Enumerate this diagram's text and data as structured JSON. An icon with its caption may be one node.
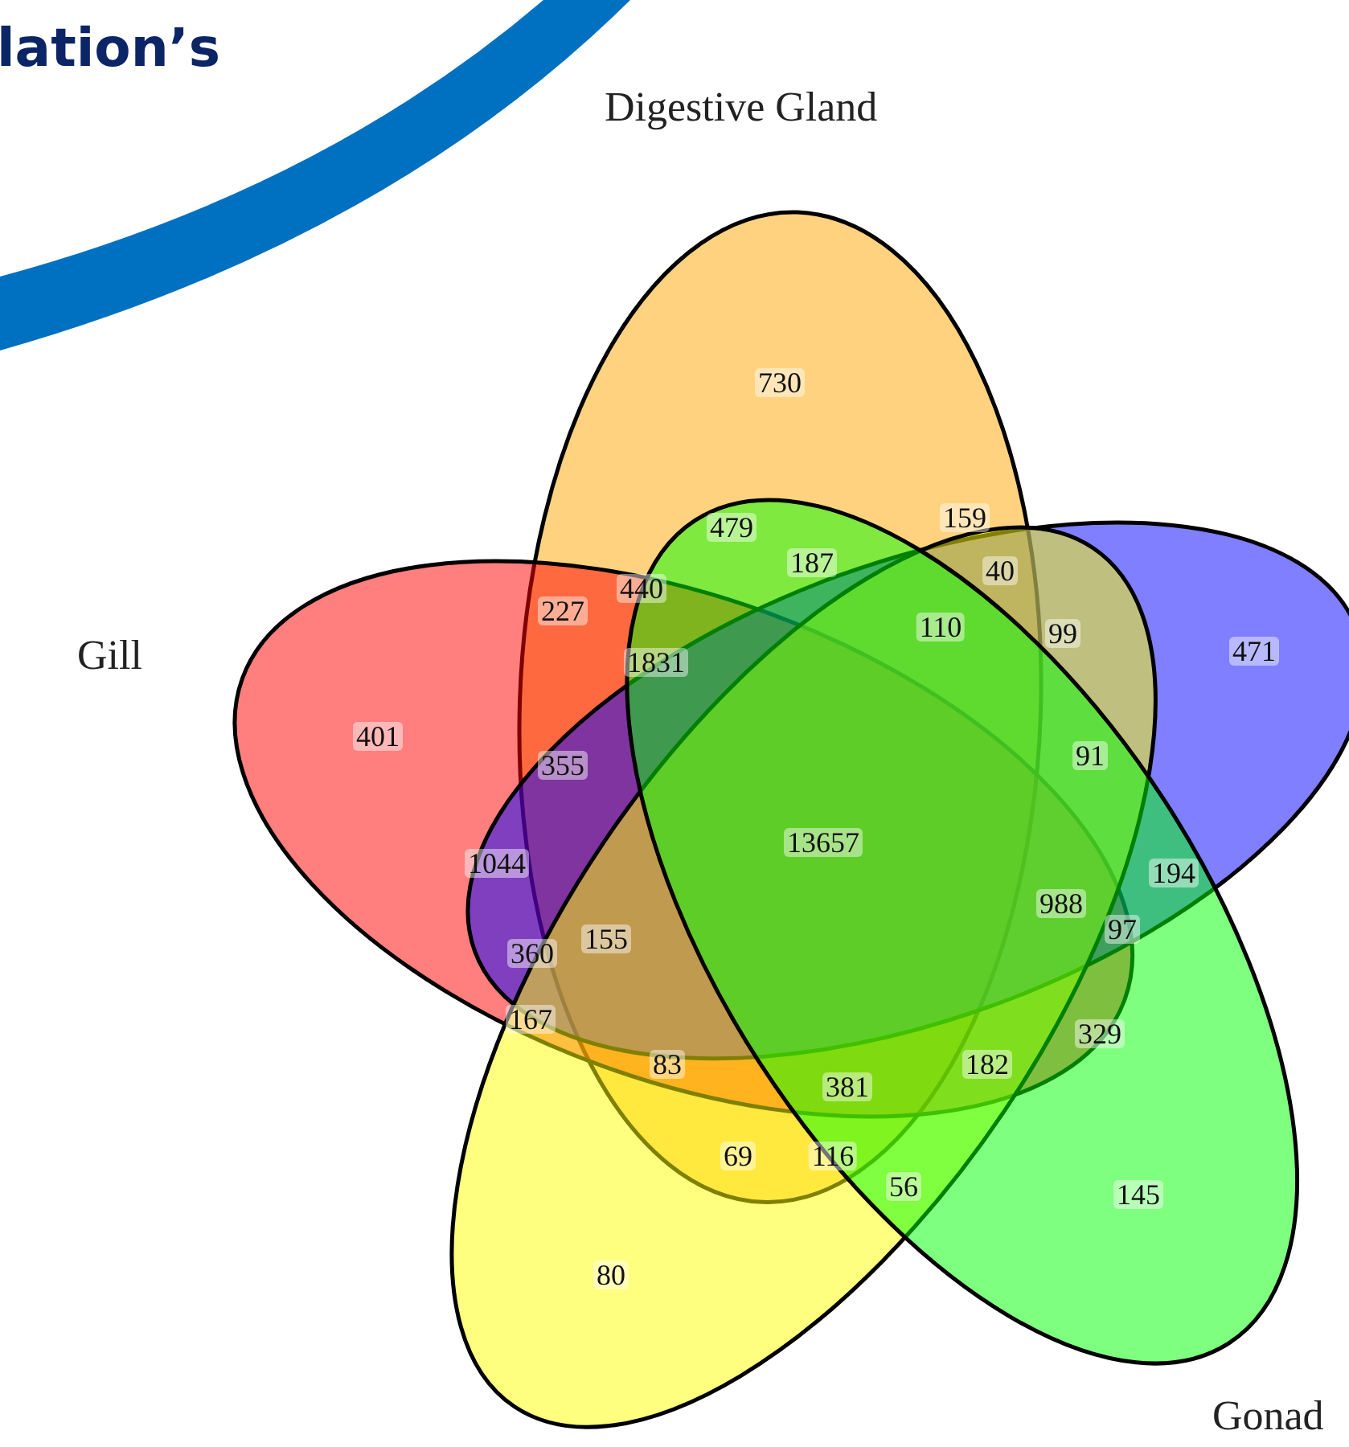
{
  "diagram": {
    "nodes": [
      {
        "text": [
          "Digestive Gland"
        ]
      },
      {
        "text": [
          "Gill"
        ]
      },
      {
        "text": [],
        "shape": "ellipse"
      },
      {
        "text": [],
        "shape": "ellipse"
      },
      {
        "text": [
          "Gonad"
        ]
      }
    ],
    "edges": [],
    "labels": [
      "lation’s",
      "730",
      "479",
      "159",
      "187",
      "40",
      "227",
      "440",
      "110",
      "99",
      "471",
      "1831",
      "401",
      "355",
      "91",
      "13657",
      "1044",
      "194",
      "988",
      "97",
      "360",
      "155",
      "167",
      "329",
      "83",
      "381",
      "182",
      "69",
      "116",
      "56",
      "145",
      "80"
    ]
  }
}
